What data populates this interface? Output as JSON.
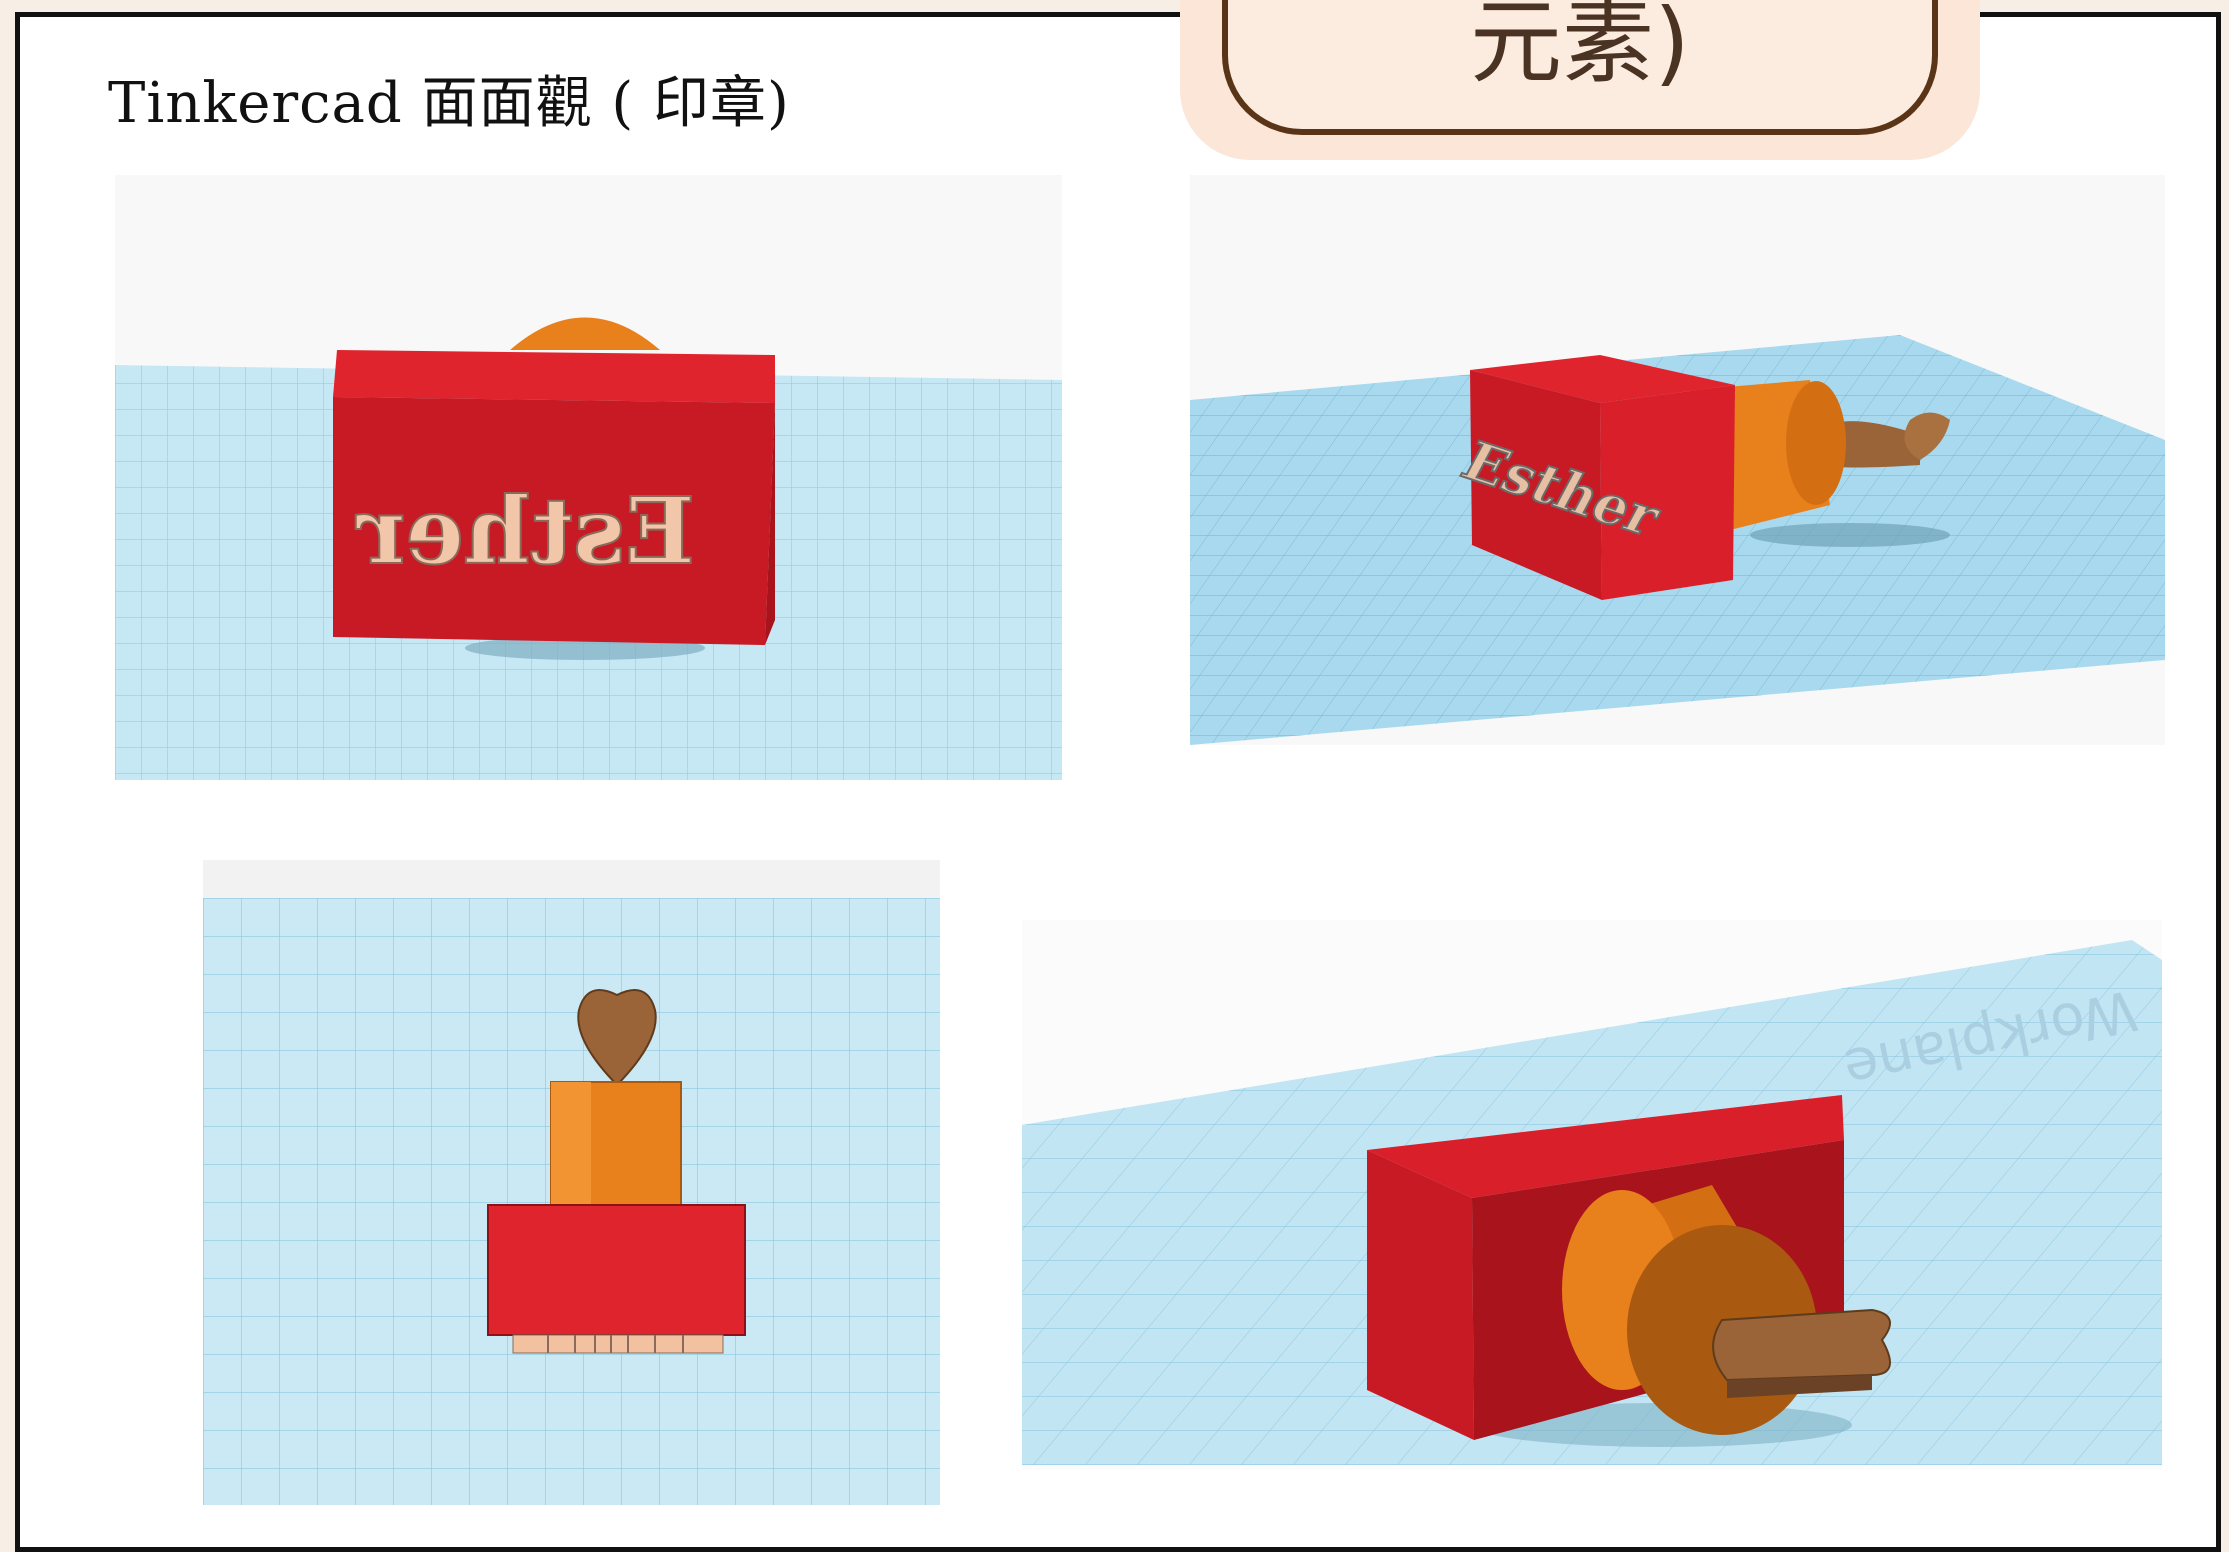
{
  "page": {
    "heading": "Tinkercad 面面觀 ( 印章)",
    "callout_text": "元素)"
  },
  "panels": [
    {
      "view": "front view of stamp",
      "engraved_text": "Esther"
    },
    {
      "view": "angled side view of stamp",
      "engraved_text": "Esther"
    },
    {
      "view": "top view of stamp"
    },
    {
      "view": "angled rear view of stamp",
      "workplane_label": "Workplane"
    }
  ],
  "colors": {
    "block_red": "#d91f2a",
    "handle_orange": "#e8801c",
    "heart_brown": "#9a6438",
    "grid_blue": "#bde2f1"
  }
}
